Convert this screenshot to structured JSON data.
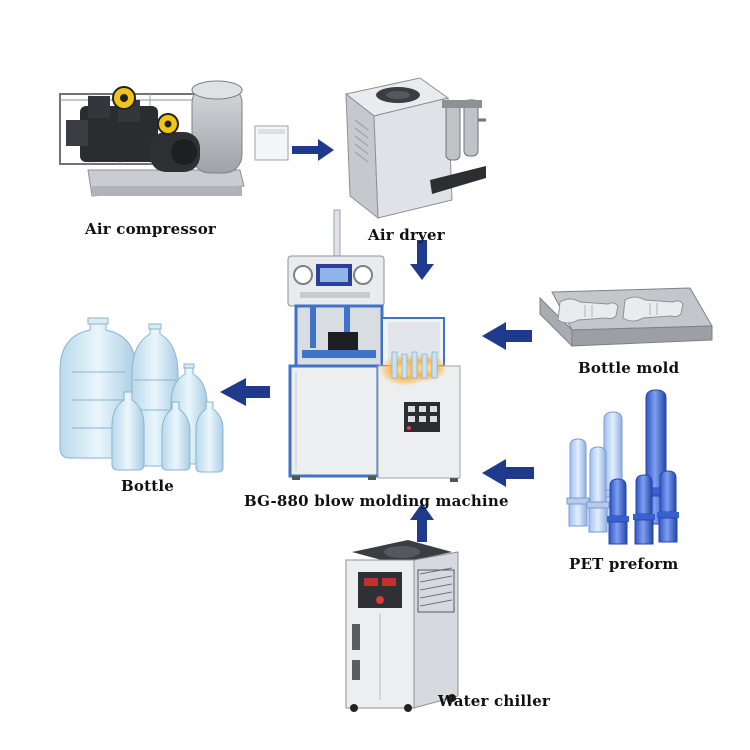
{
  "diagram": {
    "nodes": {
      "compressor": {
        "label": "Air compressor"
      },
      "dryer": {
        "label": "Air dryer"
      },
      "machine": {
        "label": "BG-880 blow molding machine"
      },
      "mold": {
        "label": "Bottle mold"
      },
      "bottle": {
        "label": "Bottle"
      },
      "preform": {
        "label": "PET preform"
      },
      "chiller": {
        "label": "Water chiller"
      }
    },
    "edges": [
      {
        "from": "compressor",
        "to": "dryer"
      },
      {
        "from": "dryer",
        "to": "machine"
      },
      {
        "from": "mold",
        "to": "machine"
      },
      {
        "from": "preform",
        "to": "machine"
      },
      {
        "from": "chiller",
        "to": "machine"
      },
      {
        "from": "machine",
        "to": "bottle"
      }
    ],
    "colors": {
      "arrow": "#1f3a8c",
      "machine_blue": "#3f72c8",
      "cabinet_white": "#eceef0",
      "preform_blue": "#4a6fd6",
      "frame_gray": "#8d9196",
      "motor_yellow": "#f2c416",
      "bottle_tint": "#cfe6f3"
    }
  }
}
